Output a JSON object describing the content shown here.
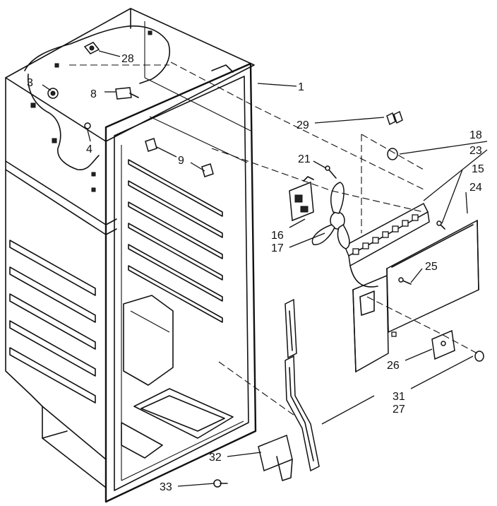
{
  "callouts": {
    "c1": "1",
    "c3": "3",
    "c4": "4",
    "c8": "8",
    "c9": "9",
    "c15": "15",
    "c16": "16",
    "c17": "17",
    "c18": "18",
    "c21": "21",
    "c23": "23",
    "c24": "24",
    "c25": "25",
    "c26": "26",
    "c27": "27",
    "c28": "28",
    "c29": "29",
    "c31": "31",
    "c32": "32",
    "c33": "33"
  },
  "colors": {
    "ink": "#111111",
    "paper": "#ffffff"
  }
}
